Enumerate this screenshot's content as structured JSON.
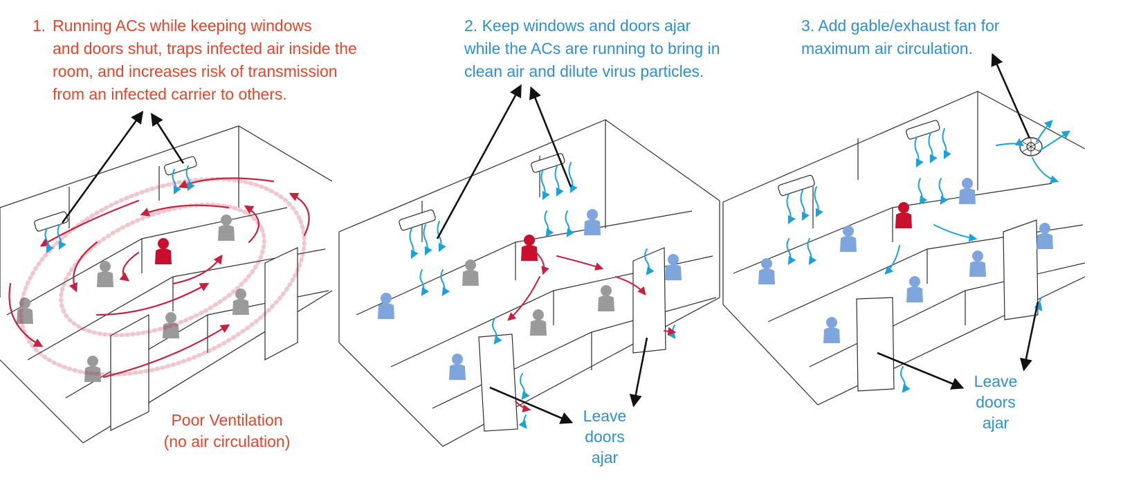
{
  "panel1": {
    "number": "1.",
    "caption_lines": [
      "Running ACs while keeping windows",
      "and doors shut, traps infected air inside the",
      "room, and increases risk of transmission",
      "from an infected carrier to others."
    ],
    "label_lines": [
      "Poor Ventilation",
      "(no air circulation)"
    ]
  },
  "panel2": {
    "caption_lines": [
      "2. Keep windows and doors ajar",
      "while the ACs are running to bring in",
      "clean air and dilute virus particles."
    ],
    "door_label_lines": [
      "Leave",
      "doors",
      "ajar"
    ]
  },
  "panel3": {
    "caption_lines": [
      "3. Add gable/exhaust fan for",
      "maximum air circulation."
    ],
    "door_label_lines": [
      "Leave",
      "doors",
      "ajar"
    ]
  },
  "colors": {
    "caption_red": "#e2472b",
    "caption_blue": "#2f8fd0",
    "infected_air": "#c8203f",
    "clean_air": "#1aa3d9",
    "healthy_person": "#7fa6dc",
    "infected_person": "#c8102e",
    "exposed_person": "#9a9a9a",
    "pointer_arrow": "#111111"
  }
}
